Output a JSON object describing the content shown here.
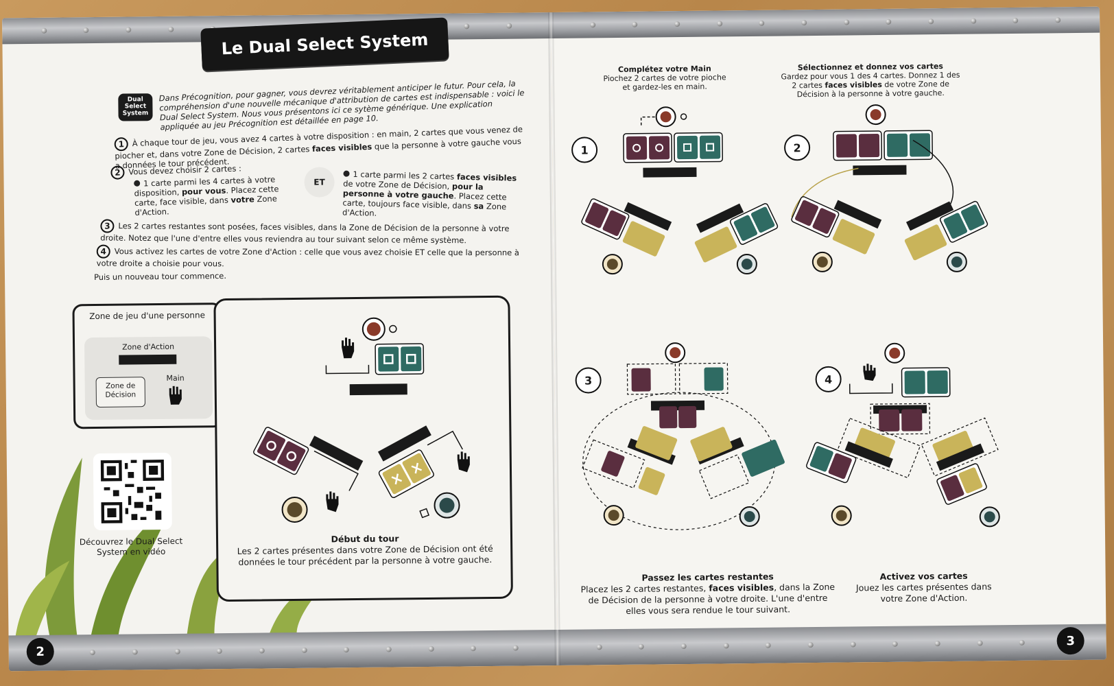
{
  "left_page": {
    "title": "Le Dual Select System",
    "logo_text": "Dual Select System",
    "intro": "Dans Précognition, pour gagner, vous devrez véritablement anticiper le futur. Pour cela, la compréhension d'une nouvelle mécanique d'attribution de cartes est indispensable : voici le Dual Select System. Nous vous présentons ici ce sytème générique. Une explication appliquée au jeu Précognition est détaillée en page 10.",
    "steps": [
      {
        "num": "1",
        "text_a": "À chaque tour de jeu, vous avez 4 cartes à votre disposition : en main, 2 cartes que vous venez de piocher et, dans votre Zone de Décision, 2 cartes ",
        "bold": "faces visibles",
        "text_b": " que la personne à votre gauche vous a données le tour précédent."
      },
      {
        "num": "2",
        "text": "Vous devez choisir 2 cartes :"
      },
      {
        "num": "3",
        "text": "Les 2 cartes restantes sont posées, faces visibles, dans la Zone de Décision de la personne à votre droite. Notez que l'une d'entre elles vous reviendra au tour suivant selon ce même système."
      },
      {
        "num": "4",
        "text": "Vous activez les cartes de votre Zone d'Action : celle que vous avez choisie ET celle que la personne à votre droite a choisie pour vous."
      }
    ],
    "choice_left": {
      "a": "1 carte parmi les 4 cartes à votre disposition, ",
      "bold1": "pour vous",
      "b": ". Placez cette carte, face visible, dans ",
      "bold2": "votre",
      "c": " Zone d'Action."
    },
    "et": "ET",
    "choice_right": {
      "a": "1 carte parmi les 2 cartes ",
      "bold1": "faces visibles",
      "b": " de votre Zone de Décision, ",
      "bold2": "pour la personne à votre gauche",
      "c": ". Placez cette carte, toujours face visible, dans ",
      "bold3": "sa",
      "d": " Zone d'Action."
    },
    "new_turn": "Puis un nouveau tour commence.",
    "zone_box": {
      "title": "Zone de jeu d'une personne",
      "action": "Zone d'Action",
      "decision": "Zone de Décision",
      "hand": "Main"
    },
    "qr_caption": "Découvrez le Dual Select System en vidéo",
    "start_title": "Début du tour",
    "start_text": "Les 2 cartes présentes dans votre Zone de Décision ont été données le tour précédent par la personne à votre gauche.",
    "page_number": "2"
  },
  "right_page": {
    "panels": [
      {
        "num": "1",
        "title": "Complétez votre Main",
        "text": "Piochez 2 cartes de votre pioche et gardez-les en main."
      },
      {
        "num": "2",
        "title": "Sélectionnez et donnez vos cartes",
        "text_a": "Gardez pour vous 1 des 4 cartes. Donnez 1 des 2 cartes ",
        "bold": "faces visibles",
        "text_b": " de votre Zone de Décision à la personne à votre gauche."
      },
      {
        "num": "3",
        "title": "Passez les cartes restantes",
        "text_a": "Placez les 2 cartes restantes, ",
        "bold": "faces visibles",
        "text_b": ", dans la Zone de Décision de la personne à votre droite. L'une d'entre elles vous sera rendue le tour suivant."
      },
      {
        "num": "4",
        "title": "Activez vos cartes",
        "text": "Jouez les cartes présentes dans votre Zone d'Action."
      }
    ],
    "page_number": "3"
  },
  "colors": {
    "card_purple": "#5a2e3f",
    "card_teal": "#2f6b63",
    "card_yellow": "#c9b45a",
    "ink": "#1a1a1a",
    "paper": "#f4f3ef"
  }
}
